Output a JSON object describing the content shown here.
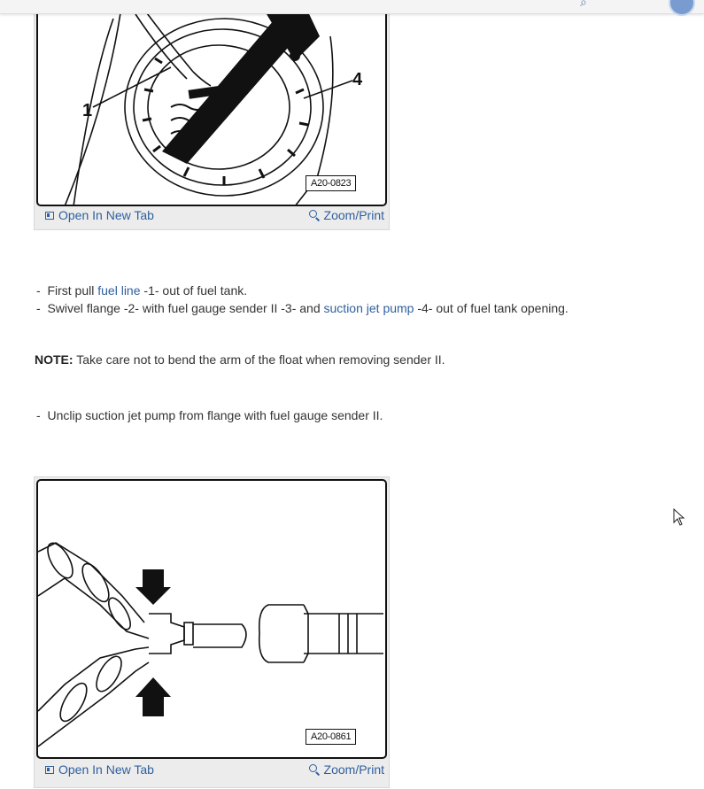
{
  "figures": [
    {
      "tag": "A20-0823",
      "callouts": [
        "1",
        "4"
      ],
      "open_label": "Open In New Tab",
      "zoom_label": "Zoom/Print"
    },
    {
      "tag": "A20-0861",
      "open_label": "Open In New Tab",
      "zoom_label": "Zoom/Print"
    }
  ],
  "steps_a": {
    "s1": {
      "dash": "-",
      "pre": "First pull ",
      "link": "fuel line",
      "post": " -1- out of fuel tank."
    },
    "s2": {
      "dash": "-",
      "pre": "Swivel flange -2- with fuel gauge sender II -3- and ",
      "link": "suction jet pump",
      "post": " -4- out of fuel tank opening."
    }
  },
  "note": {
    "label": "NOTE:",
    "text": " Take care not to bend the arm of the float when removing sender II."
  },
  "steps_b": {
    "s1": {
      "dash": "-",
      "text": "Unclip suction jet pump from flange with fuel gauge sender II."
    }
  },
  "colors": {
    "link": "#2f5f9e",
    "text": "#333333",
    "figure_bg": "#ececec"
  },
  "icons": {
    "open": "open-in-new-tab-icon",
    "zoom": "zoom-icon"
  }
}
